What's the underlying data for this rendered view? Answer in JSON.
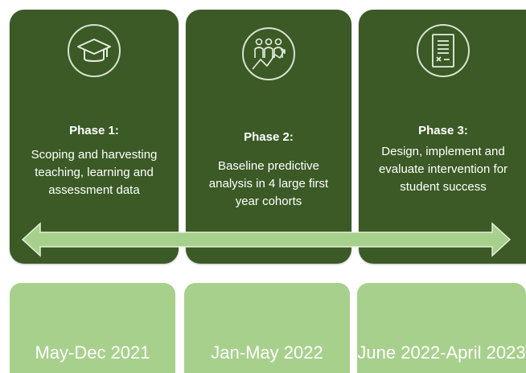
{
  "phases": [
    {
      "icon": "graduation-cap-icon",
      "title": "Phase 1:",
      "description": "Scoping and harvesting teaching, learning and assessment data",
      "period": "May-Dec 2021"
    },
    {
      "icon": "people-growth-icon",
      "title": "Phase 2:",
      "description": "Baseline predictive analysis in 4  large first year cohorts",
      "period": "Jan-May 2022"
    },
    {
      "icon": "clipboard-checklist-icon",
      "title": "Phase 3:",
      "description": "Design, implement and evaluate intervention for student success",
      "period": "June 2022-April 2023"
    }
  ],
  "colors": {
    "phase_card": "#3b5a26",
    "date_box": "#a8d08d",
    "arrow": "#a8d08d",
    "text": "#ffffff"
  }
}
